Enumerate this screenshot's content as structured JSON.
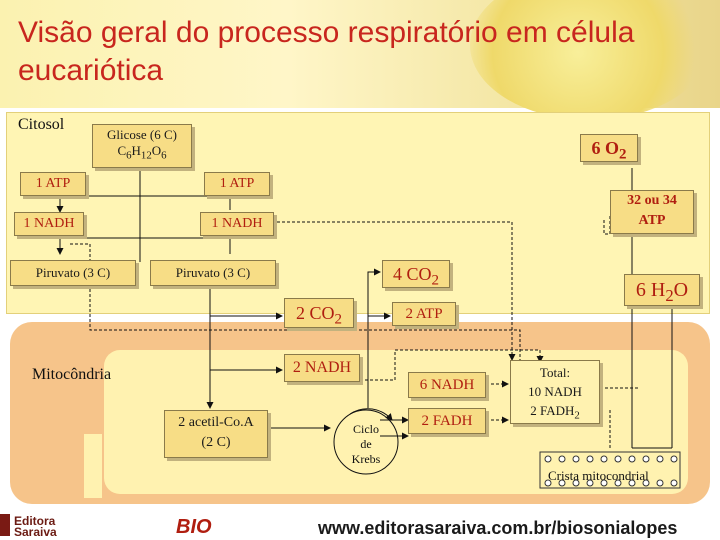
{
  "title": "Visão geral do processo respiratório em célula eucariótica",
  "regions": {
    "cytosol": "Citosol",
    "mitochondria": "Mitocôndria"
  },
  "glucose": {
    "name": "Glicose (6 C)",
    "formula_base": "C",
    "sub1": "6",
    "h": "H",
    "sub2": "12",
    "o": "O",
    "sub3": "6"
  },
  "o2": {
    "coef": "6 O",
    "sub": "2"
  },
  "left_atp": "1 ATP",
  "right_atp": "1 ATP",
  "left_nadh": "1 NADH",
  "right_nadh": "1 NADH",
  "atp_total": {
    "line1": "32 ou 34",
    "line2": "ATP"
  },
  "pyruvate_left": "Piruvato (3 C)",
  "pyruvate_right": "Piruvato (3 C)",
  "co2_krebs": {
    "coef": "4 CO",
    "sub": "2"
  },
  "co2_link": {
    "coef": "2 CO",
    "sub": "2"
  },
  "krebs_atp": "2 ATP",
  "water": {
    "coef": "6 H",
    "sub": "2",
    "tail": "O"
  },
  "link_nadh": "2 NADH",
  "krebs_nadh": "6 NADH",
  "krebs_fadh": "2 FADH",
  "acetyl": {
    "line1": "2 acetil-Co.A",
    "line2": "(2 C)"
  },
  "krebs": {
    "line1": "Ciclo",
    "line2": "de",
    "line3": "Krebs"
  },
  "total": {
    "line1": "Total:",
    "line2": "10 NADH",
    "line3": "2 FADH",
    "sub": "2"
  },
  "crista": "Crista mitocondrial",
  "footer": {
    "brand1": "Editora",
    "brand2": "Saraiva",
    "bio": "BIO",
    "url": "www.editorasaraiva.com.br/biosonialopes"
  }
}
